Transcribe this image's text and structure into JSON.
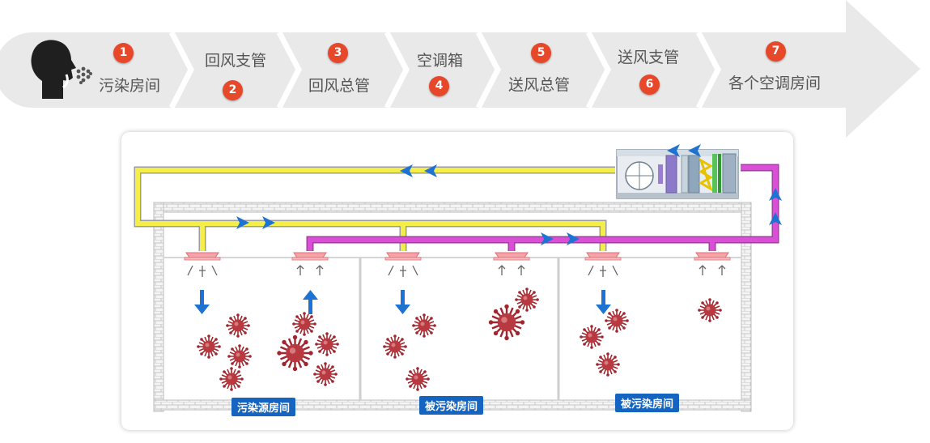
{
  "flow_steps": [
    {
      "badge": "1",
      "label": "污染房间"
    },
    {
      "badge": "2",
      "label": "回风支管"
    },
    {
      "badge": "3",
      "label": "回风总管"
    },
    {
      "badge": "4",
      "label": "空调箱"
    },
    {
      "badge": "5",
      "label": "送风总管"
    },
    {
      "badge": "6",
      "label": "送风支管"
    },
    {
      "badge": "7",
      "label": "各个空调房间"
    }
  ],
  "rooms": [
    {
      "label": "污染源房间"
    },
    {
      "label": "被污染房间"
    },
    {
      "label": "被污染房间"
    }
  ],
  "colors": {
    "banner": "#e9e9e9",
    "badge": "#e8482a",
    "return_duct": "#f4ee4a",
    "supply_duct": "#d94fd6",
    "arrow": "#1e73d2",
    "room_label": "#1565c0",
    "virus": "#a1262e"
  },
  "icons": [
    "person-coughing-icon",
    "airflow-arrow-icon",
    "virus-icon",
    "air-diffuser-icon",
    "ahu-fan-icon"
  ]
}
